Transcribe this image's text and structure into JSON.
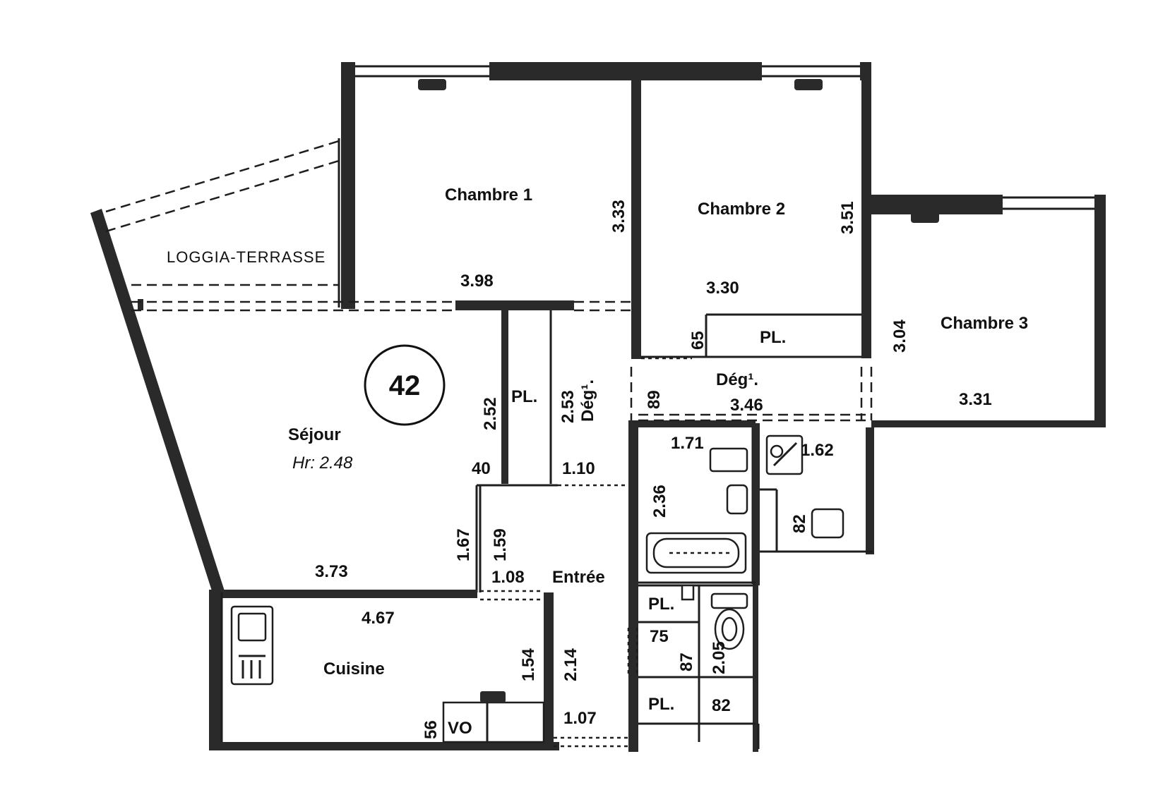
{
  "plan": {
    "apartment_number": "42",
    "rooms": {
      "chambre1": "Chambre 1",
      "chambre2": "Chambre 2",
      "chambre3": "Chambre 3",
      "loggia": "LOGGIA-TERRASSE",
      "sejour": "Séjour",
      "sejour_height": "Hr: 2.48",
      "cuisine": "Cuisine",
      "entree": "Entrée",
      "deg_upper": "Dég¹.",
      "deg_vertical": "Dég¹.",
      "vo": "VO"
    },
    "placards": {
      "pl_chambre2": "PL.",
      "pl_corridor": "PL.",
      "pl_wc_top": "PL.",
      "pl_wc_bottom": "PL."
    },
    "dimensions": {
      "ch1_width": "3.98",
      "ch1_height": "3.33",
      "ch2_width": "3.30",
      "ch2_height": "3.51",
      "ch3_width": "3.31",
      "ch3_height": "3.04",
      "deg_width": "3.46",
      "deg_89": "89",
      "pl_65": "65",
      "sejour_252": "2.52",
      "pl_253": "2.53",
      "dim_40": "40",
      "dim_110": "1.10",
      "sejour_373": "3.73",
      "dim_167": "1.67",
      "dim_159": "1.59",
      "dim_108": "1.08",
      "cuisine_467": "4.67",
      "cuisine_154": "1.54",
      "dim_56": "56",
      "entree_214": "2.14",
      "entree_107": "1.07",
      "bath_171": "1.71",
      "bath_236": "2.36",
      "shower_162": "1.62",
      "wc_82a": "82",
      "dim_75": "75",
      "dim_87": "87",
      "wc_205": "2.05",
      "dim_82b": "82"
    }
  }
}
